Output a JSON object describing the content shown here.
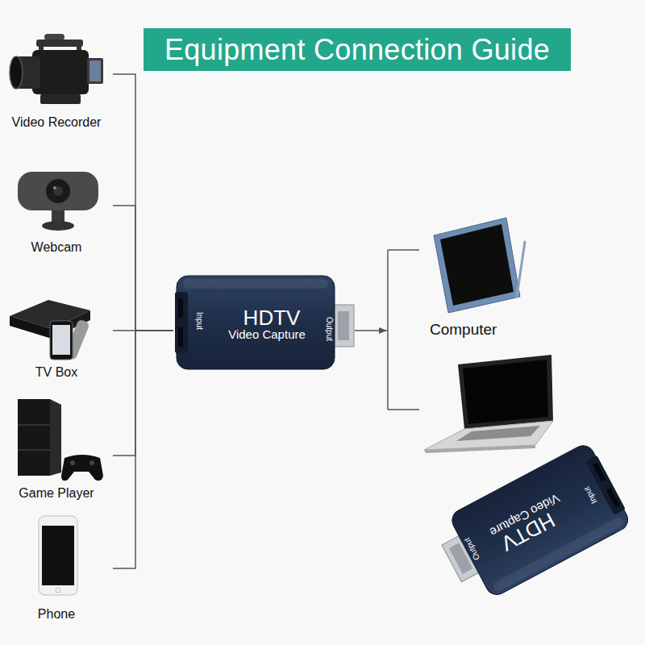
{
  "diagram": {
    "title": "Equipment Connection Guide",
    "nodes": [
      {
        "text": [
          "Video Recorder"
        ]
      },
      {
        "text": [
          "Webcam"
        ]
      },
      {
        "text": [
          "TV Box"
        ]
      },
      {
        "text": [
          "Game Player"
        ]
      },
      {
        "text": [
          "Phone"
        ]
      },
      {
        "text": [
          "Input",
          "HDTV",
          "Video Capture",
          "Output"
        ]
      },
      {
        "text": [
          "Computer"
        ]
      },
      {
        "text": [
          "Input",
          "HDTV",
          "Video Capture",
          "Output"
        ]
      }
    ],
    "edges": [
      {
        "from": 0,
        "to": 5,
        "arrow": "none"
      },
      {
        "from": 1,
        "to": 5,
        "arrow": "none"
      },
      {
        "from": 2,
        "to": 5,
        "arrow": "none"
      },
      {
        "from": 3,
        "to": 5,
        "arrow": "none"
      },
      {
        "from": 4,
        "to": 5,
        "arrow": "none"
      },
      {
        "from": 5,
        "to": 6,
        "arrow": "to"
      }
    ]
  }
}
